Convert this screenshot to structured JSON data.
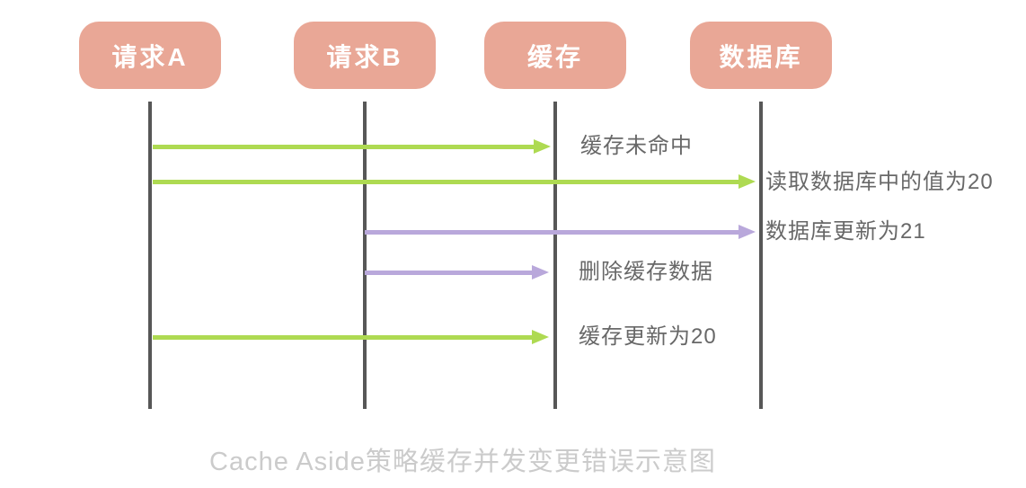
{
  "diagram": {
    "type": "sequence-diagram",
    "title": "Cache Aside策略缓存并发变更错误示意图",
    "actors": [
      {
        "id": "request-a",
        "label": "请求A"
      },
      {
        "id": "request-b",
        "label": "请求B"
      },
      {
        "id": "cache",
        "label": "缓存"
      },
      {
        "id": "database",
        "label": "数据库"
      }
    ],
    "messages": [
      {
        "from": "请求A",
        "to": "缓存",
        "label": "缓存未命中",
        "color": "green"
      },
      {
        "from": "请求A",
        "to": "数据库",
        "label": "读取数据库中的值为20",
        "color": "green"
      },
      {
        "from": "请求B",
        "to": "数据库",
        "label": "数据库更新为21",
        "color": "purple"
      },
      {
        "from": "请求B",
        "to": "缓存",
        "label": "删除缓存数据",
        "color": "purple"
      },
      {
        "from": "请求A",
        "to": "缓存",
        "label": "缓存更新为20",
        "color": "green"
      }
    ],
    "colors": {
      "actor_fill": "#E9A796",
      "actor_text": "#FFFFFF",
      "arrow_green": "#AEDA52",
      "arrow_purple": "#B9A8DB",
      "lifeline": "#575757",
      "message_text": "#686868",
      "title_text": "#CBCBCB",
      "background": "#FFFFFF"
    }
  }
}
